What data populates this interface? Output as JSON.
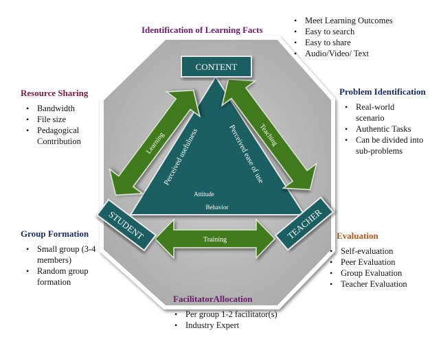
{
  "center": {
    "content_label": "CONTENT",
    "student_label": "STUDENT",
    "teacher_label": "TEACHER",
    "learning_label": "Learning",
    "teaching_label": "Teaching",
    "training_label": "Training",
    "perceived_usefulness": "Perceived usefulness",
    "perceived_ease": "Perceived ease of use",
    "attitude": "Attitude",
    "behavior": "Behavior"
  },
  "sections": {
    "identification": {
      "title": "Identification of Learning Facts",
      "items": [
        "Meet Learning Outcomes",
        "Easy to search",
        "Easy to share",
        "Audio/Video/ Text"
      ]
    },
    "resource_sharing": {
      "title": "Resource Sharing",
      "items": [
        "Bandwidth",
        "File size",
        "Pedagogical Contribution"
      ]
    },
    "problem_identification": {
      "title": "Problem Identification",
      "items": [
        "Real-world scenario",
        "Authentic Tasks",
        "Can be divided into sub-problems"
      ]
    },
    "group_formation": {
      "title": "Group Formation",
      "items": [
        "Small group (3-4 members)",
        "Random group formation"
      ]
    },
    "evaluation": {
      "title": "Evaluation",
      "items": [
        "Self-evaluation",
        "Peer Evaluation",
        "Group Evaluation",
        "Teacher Evaluation"
      ]
    },
    "facilitator_allocation": {
      "title": "FacilitatorAllocation",
      "items": [
        "Per group 1-2 facilitator(s)",
        "Industry Expert"
      ]
    }
  },
  "colors": {
    "hexagon_fill": "#b9b9b9",
    "hexagon_border": "#ffffff",
    "teal": "#1f5f63",
    "arrow_green": "#3f7a1a",
    "title_maroon": "#7a1a3a",
    "title_purple": "#6a1a6a",
    "title_navy": "#1a2a6a",
    "title_orange": "#b8531a"
  }
}
